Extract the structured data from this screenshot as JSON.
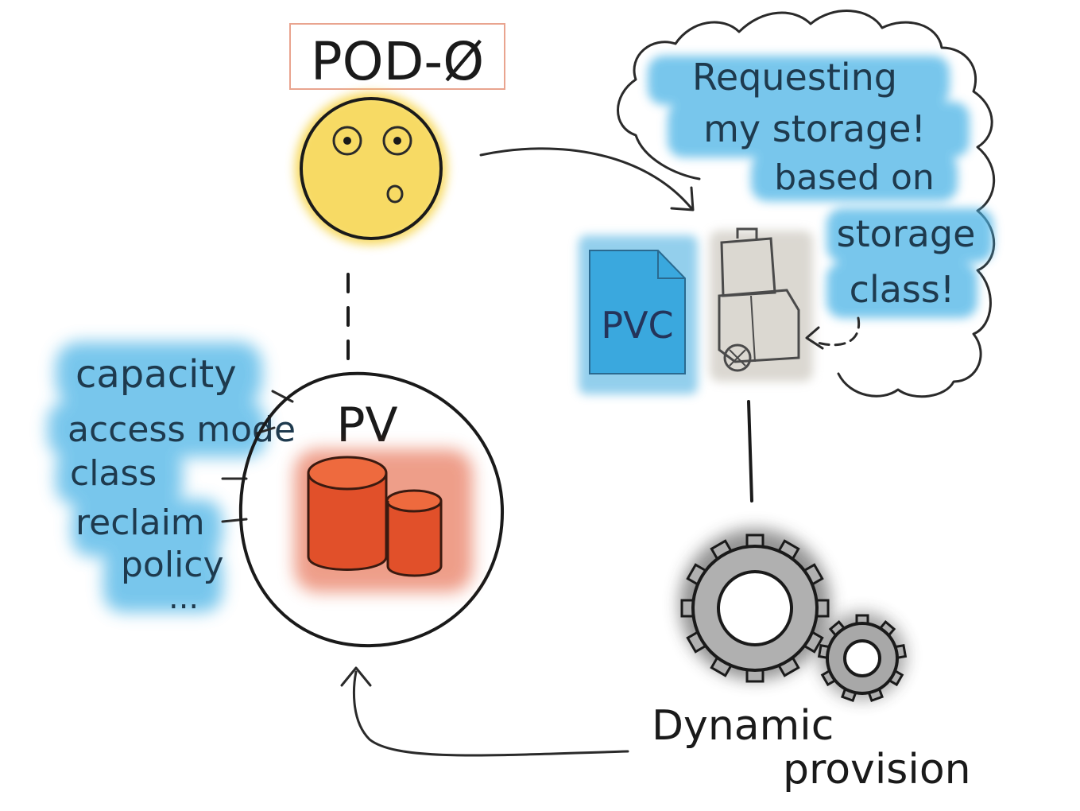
{
  "pod": {
    "label": "POD-Ø"
  },
  "cloud": {
    "lines": [
      "Requesting",
      "my storage!",
      "based on",
      "storage",
      "class!"
    ]
  },
  "pvc": {
    "label": "PVC"
  },
  "pv": {
    "label": "PV",
    "attributes": [
      "capacity",
      "access mode",
      "class",
      "reclaim",
      "policy",
      "..."
    ]
  },
  "provisioner": {
    "lines": [
      "Dynamic",
      "provision"
    ]
  },
  "icons": {
    "pod": "face-icon",
    "storage_class": "storage-cart-icon",
    "pv": "database-cylinders-icon",
    "provisioner": "gears-icon",
    "pvc": "document-icon"
  },
  "colors": {
    "highlight_blue": "#4cb4e6",
    "pod_yellow": "#f6d44a",
    "pv_red": "#e1502a",
    "pvc_blue": "#3aa8de",
    "ink": "#1a1a1a",
    "cart_gray": "#cfcbc2",
    "gear_gray": "#3a3a3a"
  }
}
